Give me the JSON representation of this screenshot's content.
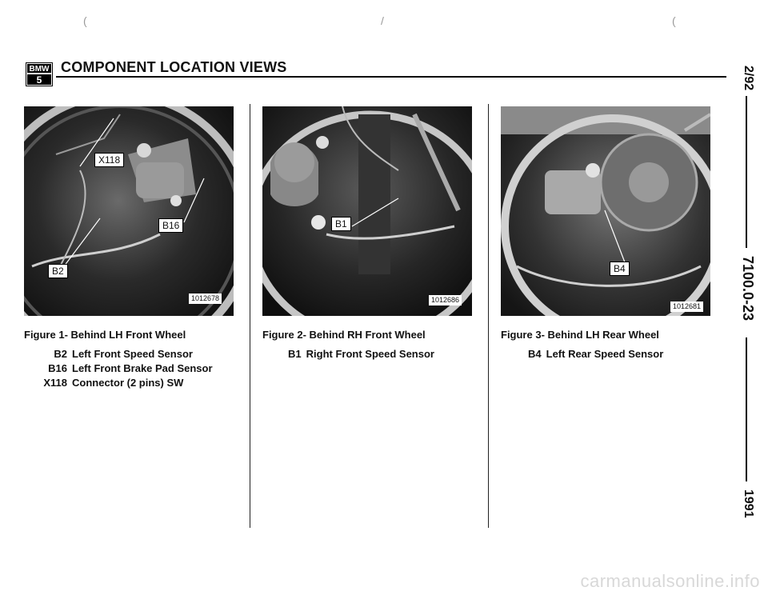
{
  "header": {
    "logo_brand": "BMW",
    "logo_series": "5",
    "title": "COMPONENT LOCATION VIEWS"
  },
  "side": {
    "date": "2/92",
    "page": "7100.0-23",
    "year": "1991"
  },
  "figures": [
    {
      "caption": "Figure 1- Behind LH Front Wheel",
      "photo_number": "1012678",
      "callouts": [
        "X118",
        "B16",
        "B2"
      ],
      "legend": [
        {
          "code": "B2",
          "text": "Left Front Speed Sensor"
        },
        {
          "code": "B16",
          "text": "Left Front Brake Pad Sensor"
        },
        {
          "code": "X118",
          "text": "Connector (2 pins) SW"
        }
      ]
    },
    {
      "caption": "Figure 2- Behind RH Front Wheel",
      "photo_number": "1012686",
      "callouts": [
        "B1"
      ],
      "legend": [
        {
          "code": "B1",
          "text": "Right Front Speed Sensor"
        }
      ]
    },
    {
      "caption": "Figure 3- Behind LH Rear Wheel",
      "photo_number": "1012681",
      "callouts": [
        "B4"
      ],
      "legend": [
        {
          "code": "B4",
          "text": "Left Rear Speed Sensor"
        }
      ]
    }
  ],
  "watermark": "carmanualsonline.info"
}
